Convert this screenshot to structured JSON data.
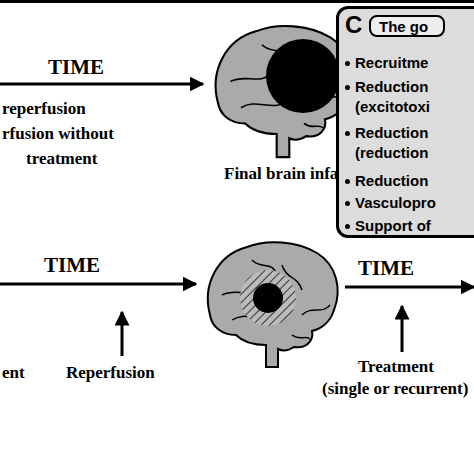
{
  "diagram": {
    "nodes": [
      {
        "text": [
          "C",
          "Recruitme",
          "Reduction (excitotoxi",
          "Reduction (reduction",
          "Reduction",
          "Vasculopro",
          "Support of"
        ]
      },
      {
        "text": [
          "The go"
        ],
        "in": 0
      }
    ],
    "labels": [
      "TIME",
      "reperfusion",
      "rfusion without",
      "treatment",
      "Final brain infarct",
      "TIME",
      "ent",
      "Reperfusion",
      "TIME",
      "Treatment",
      "(single or recurrent)"
    ]
  }
}
